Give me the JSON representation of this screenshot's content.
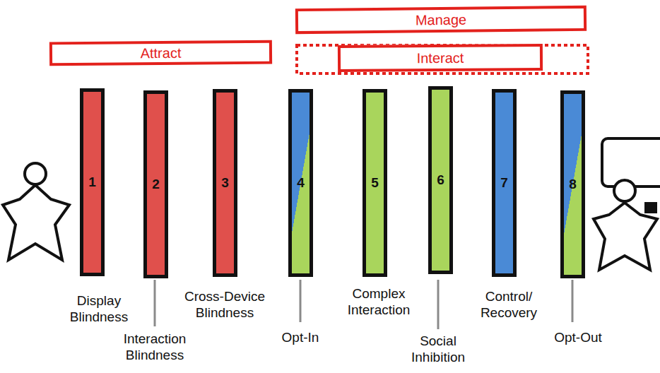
{
  "diagram": {
    "nodes": [
      {
        "text": [
          "Manage"
        ]
      },
      {
        "text": [
          "Attract"
        ]
      },
      {
        "text": [
          "Interact"
        ]
      },
      {
        "text": [
          "1"
        ]
      },
      {
        "text": [
          "2"
        ]
      },
      {
        "text": [
          "3"
        ]
      },
      {
        "text": [
          "4"
        ]
      },
      {
        "text": [
          "5"
        ]
      },
      {
        "text": [
          "6"
        ]
      },
      {
        "text": [
          "7"
        ]
      },
      {
        "text": [
          "8"
        ]
      }
    ],
    "labels": [
      "Display Blindness",
      "Interaction Blindness",
      "Cross-Device Blindness",
      "Opt-In",
      "Complex Interaction",
      "Social Inhibition",
      "Control/ Recovery",
      "Opt-Out"
    ]
  }
}
